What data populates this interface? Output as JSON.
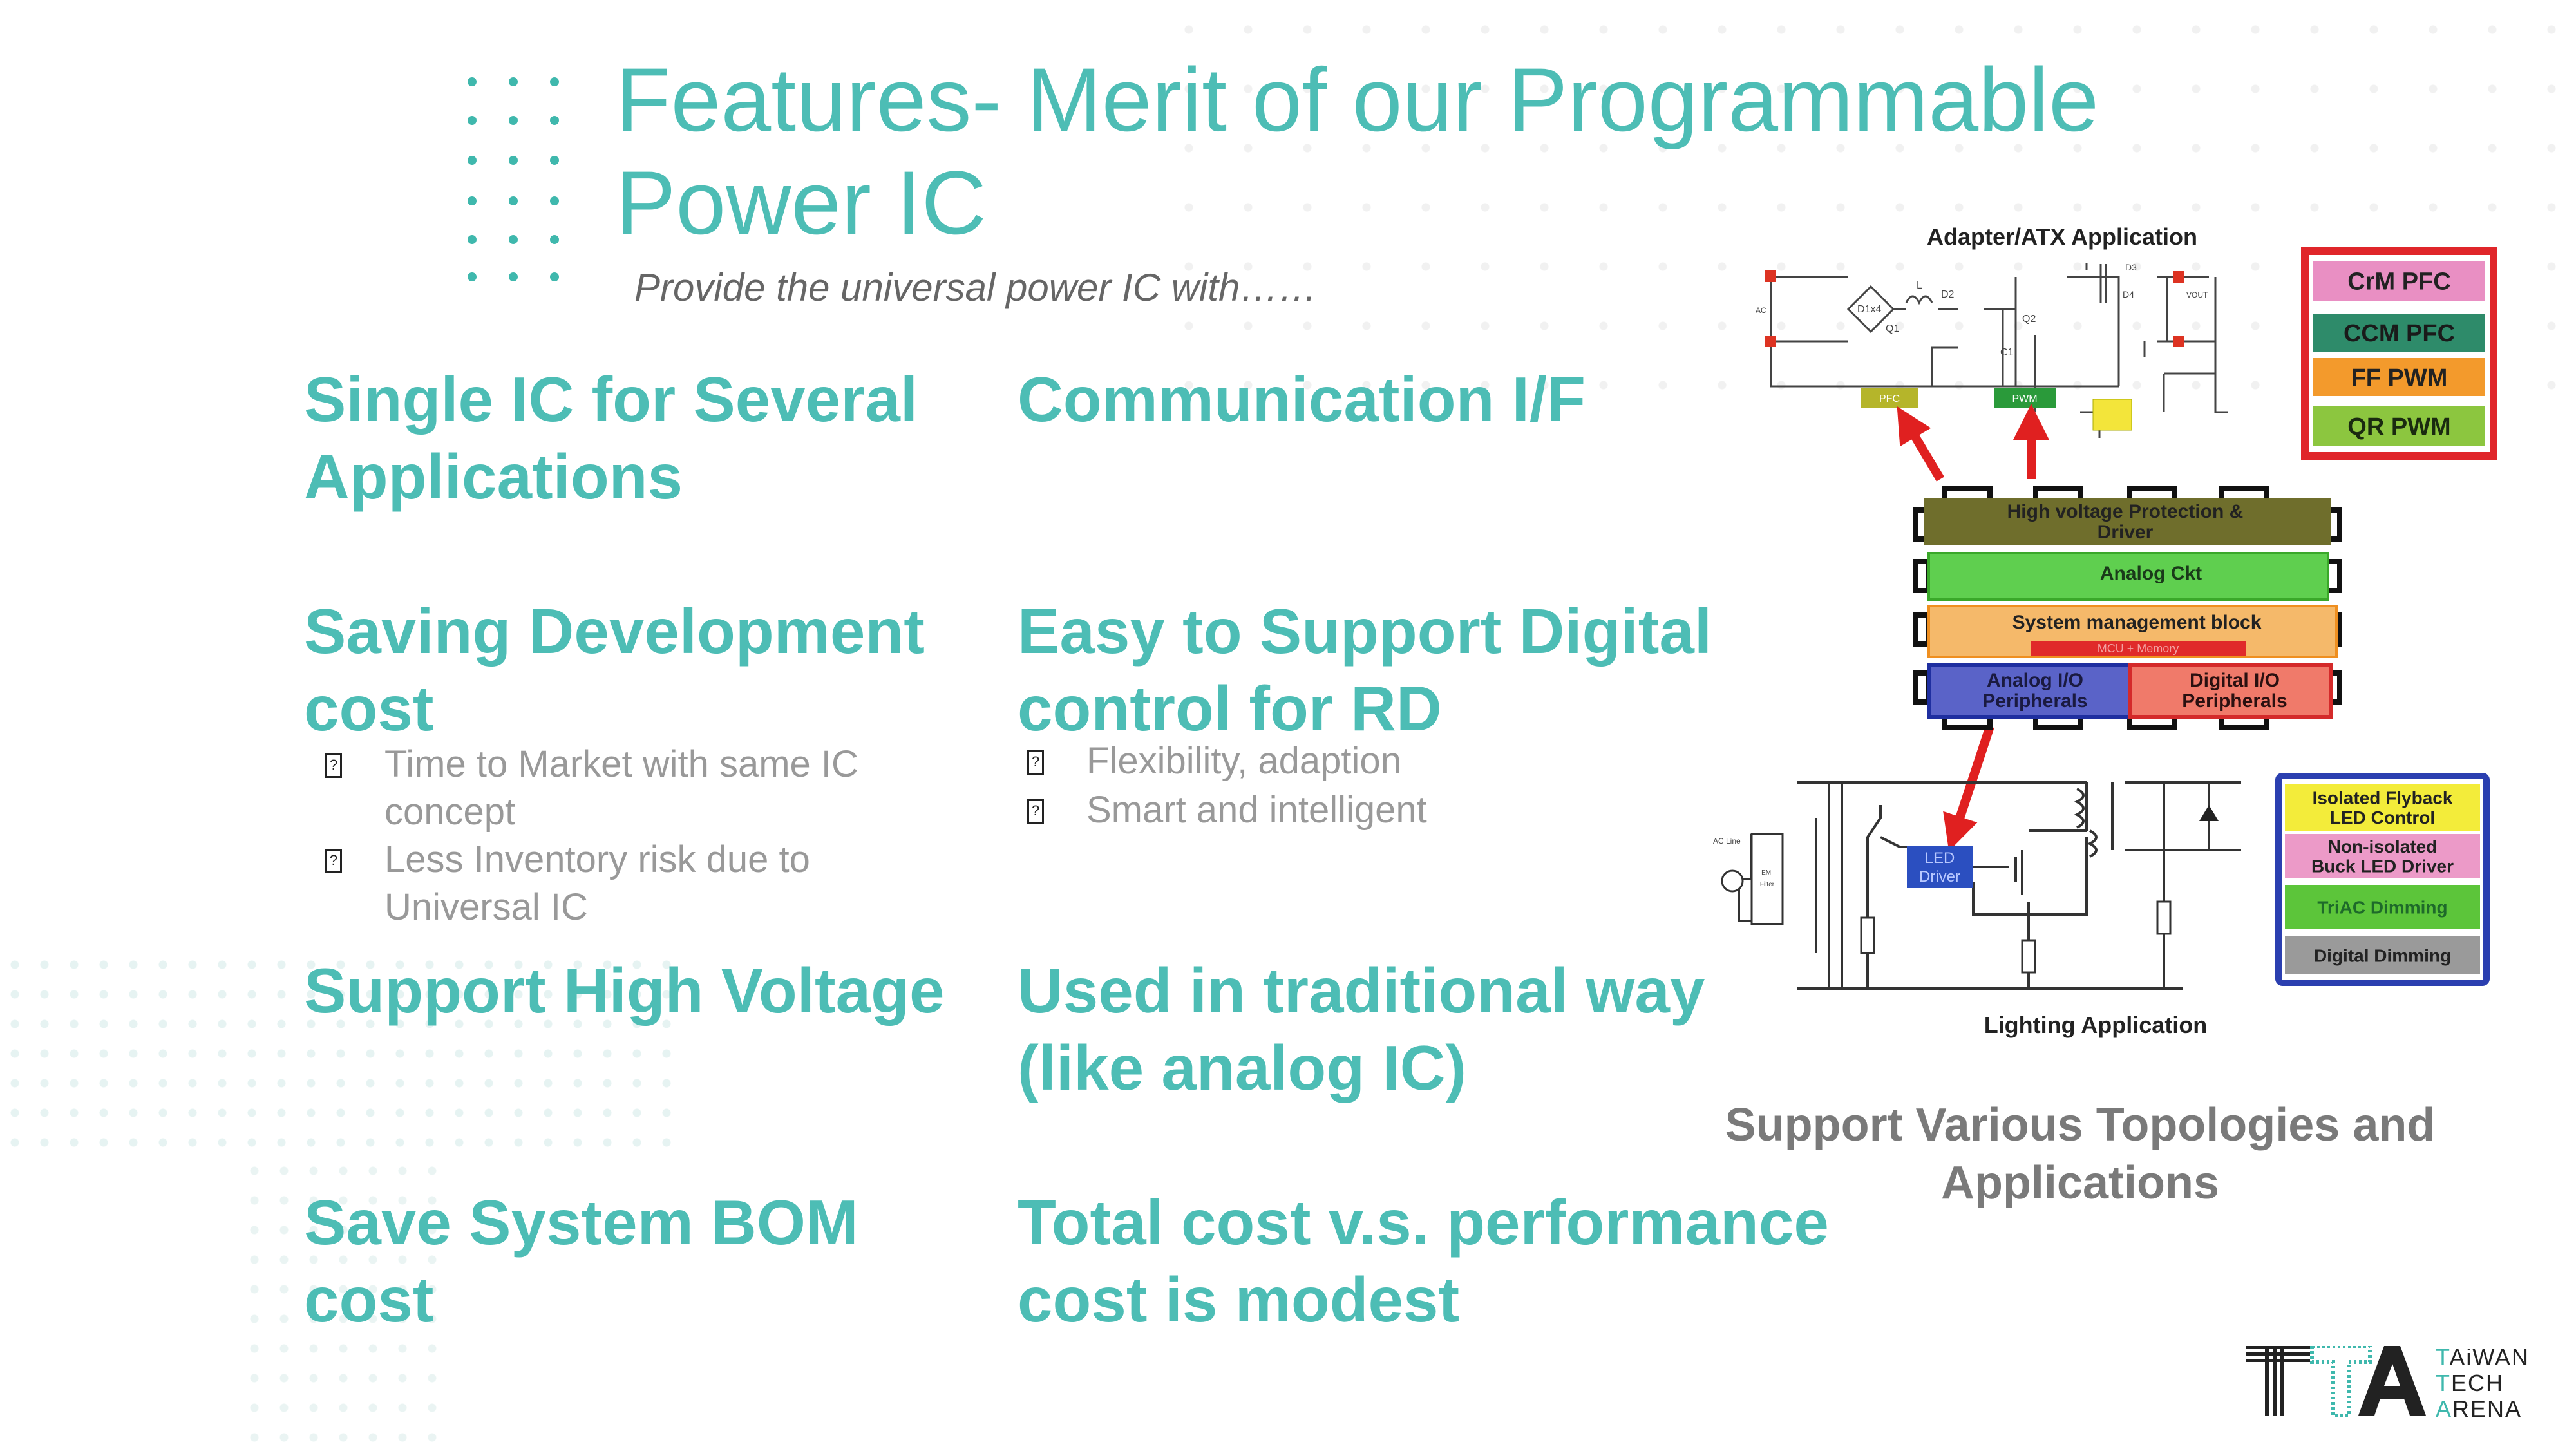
{
  "title": {
    "line1": "Features- Merit of our Programmable",
    "line2": "Power IC"
  },
  "subtitle": "Provide the universal power IC with……",
  "features": [
    {
      "lines": [
        "Single IC for Several",
        "Applications"
      ]
    },
    {
      "lines": [
        "Communication I/F"
      ]
    },
    {
      "lines": [
        "Saving Development",
        "cost"
      ],
      "bullets": [
        [
          "Time to Market with same IC",
          "concept"
        ],
        [
          "Less Inventory risk due to",
          "Universal IC"
        ]
      ]
    },
    {
      "lines": [
        "Easy to Support Digital",
        "control for RD"
      ],
      "bullets": [
        [
          "Flexibility, adaption"
        ],
        [
          "Smart and intelligent"
        ]
      ]
    },
    {
      "lines": [
        "Support High Voltage"
      ]
    },
    {
      "lines": [
        "Used in traditional way",
        "(like analog IC)"
      ]
    },
    {
      "lines": [
        "Save System BOM",
        "cost"
      ]
    },
    {
      "lines": [
        "Total cost v.s. performance",
        "cost is modest"
      ]
    }
  ],
  "bullet_glyph": "?",
  "diagram": {
    "adapter_title": "Adapter/ATX Application",
    "adapter_modes": [
      "CrM PFC",
      "CCM PFC",
      "FF PWM",
      "QR PWM"
    ],
    "adapter_mode_colors": [
      "#e98fc3",
      "#2e8b6a",
      "#f39a2c",
      "#8cc63f"
    ],
    "adapter_labels": {
      "ac": "AC",
      "bridge": "D1x4",
      "l": "L",
      "d2": "D2",
      "q1": "Q1",
      "q2": "Q2",
      "c1": "C1",
      "d3": "D3",
      "d4": "D4",
      "vout": "VOUT",
      "pfc": "PFC",
      "pwm": "PWM"
    },
    "chip_blocks": {
      "hv": [
        "High voltage Protection &",
        "Driver"
      ],
      "analog": "Analog Ckt",
      "sysmgmt": "System management block",
      "mcu": "MCU + Memory",
      "analog_io": [
        "Analog I/O",
        "Peripherals"
      ],
      "digital_io": [
        "Digital I/O",
        "Peripherals"
      ]
    },
    "lighting_title": "Lighting Application",
    "lighting_labels": {
      "ac_line": "AC Line",
      "emi": [
        "EMI",
        "Filter"
      ],
      "led_driver": [
        "LED",
        "Driver"
      ]
    },
    "lighting_modes": [
      [
        "Isolated Flyback",
        "LED Control"
      ],
      [
        "Non-isolated",
        "Buck LED Driver"
      ],
      [
        "TriAC Dimming"
      ],
      [
        "Digital Dimming"
      ]
    ],
    "lighting_mode_colors": [
      "#f3ec3a",
      "#ec9ac8",
      "#5cc53a",
      "#9a9a9a"
    ],
    "caption": [
      "Support Various Topologies and",
      "Applications"
    ]
  },
  "logo": {
    "mark": "TTA",
    "lines": [
      [
        "T",
        "AiWAN"
      ],
      [
        "T",
        "ECH"
      ],
      [
        "A",
        "RENA"
      ]
    ]
  },
  "colors": {
    "accent": "#4dbdb5",
    "text_gray": "#7a7a7a"
  }
}
